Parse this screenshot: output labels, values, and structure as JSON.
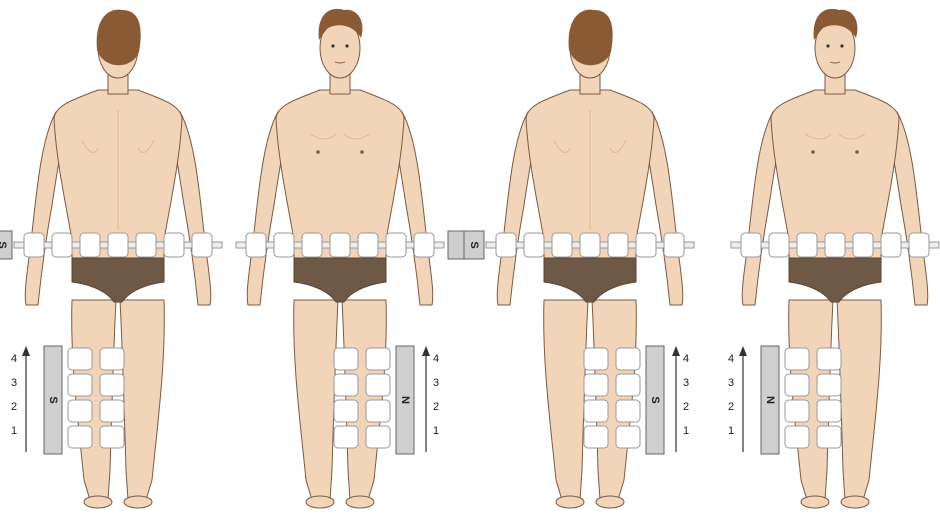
{
  "figures": [
    {
      "view": "back",
      "belt_magnet_pole": "S",
      "belt_magnet_side": "left",
      "knee_magnet_pole": "S",
      "knee_magnet_side": "left",
      "knee_scale": [
        "1",
        "2",
        "3",
        "4"
      ]
    },
    {
      "view": "front",
      "belt_magnet_pole": "",
      "belt_magnet_side": "right",
      "knee_magnet_pole": "N",
      "knee_magnet_side": "right",
      "knee_scale": [
        "1",
        "2",
        "3",
        "4"
      ]
    },
    {
      "view": "back",
      "belt_magnet_pole": "S",
      "belt_magnet_side": "left",
      "knee_magnet_pole": "S",
      "knee_magnet_side": "right",
      "knee_scale": [
        "1",
        "2",
        "3",
        "4"
      ]
    },
    {
      "view": "front",
      "belt_magnet_pole": "",
      "belt_magnet_side": "right",
      "knee_magnet_pole": "N",
      "knee_magnet_side": "left",
      "knee_scale": [
        "1",
        "2",
        "3",
        "4"
      ]
    }
  ],
  "colors": {
    "skin": "#f2d5b8",
    "skin_shadow": "#e3bb98",
    "outline": "#7a5a44",
    "hair": "#8a5a35",
    "briefs": "#6e5846",
    "magnet": "#cfcfcf",
    "coil": "#ffffff",
    "coil_stroke": "#999999"
  }
}
